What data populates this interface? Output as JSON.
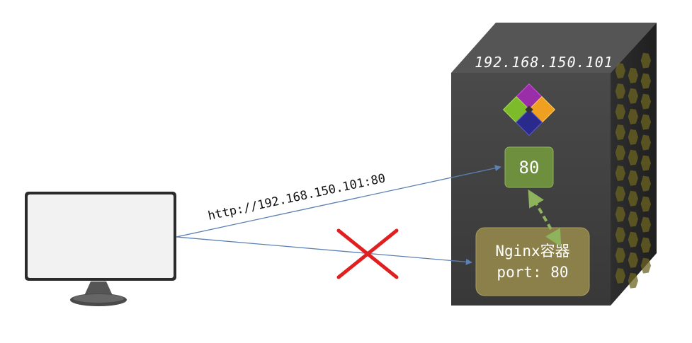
{
  "server": {
    "ip_label": "192.168.150.101",
    "host_port": "80",
    "container_name": "Nginx容器",
    "container_port": "port: 80"
  },
  "connections": {
    "url_label": "http://192.168.150.101:80"
  },
  "colors": {
    "server_front": "#3f3f3f",
    "server_side": "#2a2a2a",
    "server_top": "#555555",
    "port_box": "#6e8f3e",
    "container_box": "#8b7f4a",
    "arrow_line": "#5b80b3",
    "dashed_link": "#8fb35c",
    "reject_cross": "#e02020",
    "honeycomb": "#6b6420"
  },
  "icons": {
    "client": "monitor-icon",
    "runtime": "diamond-cluster-logo"
  }
}
